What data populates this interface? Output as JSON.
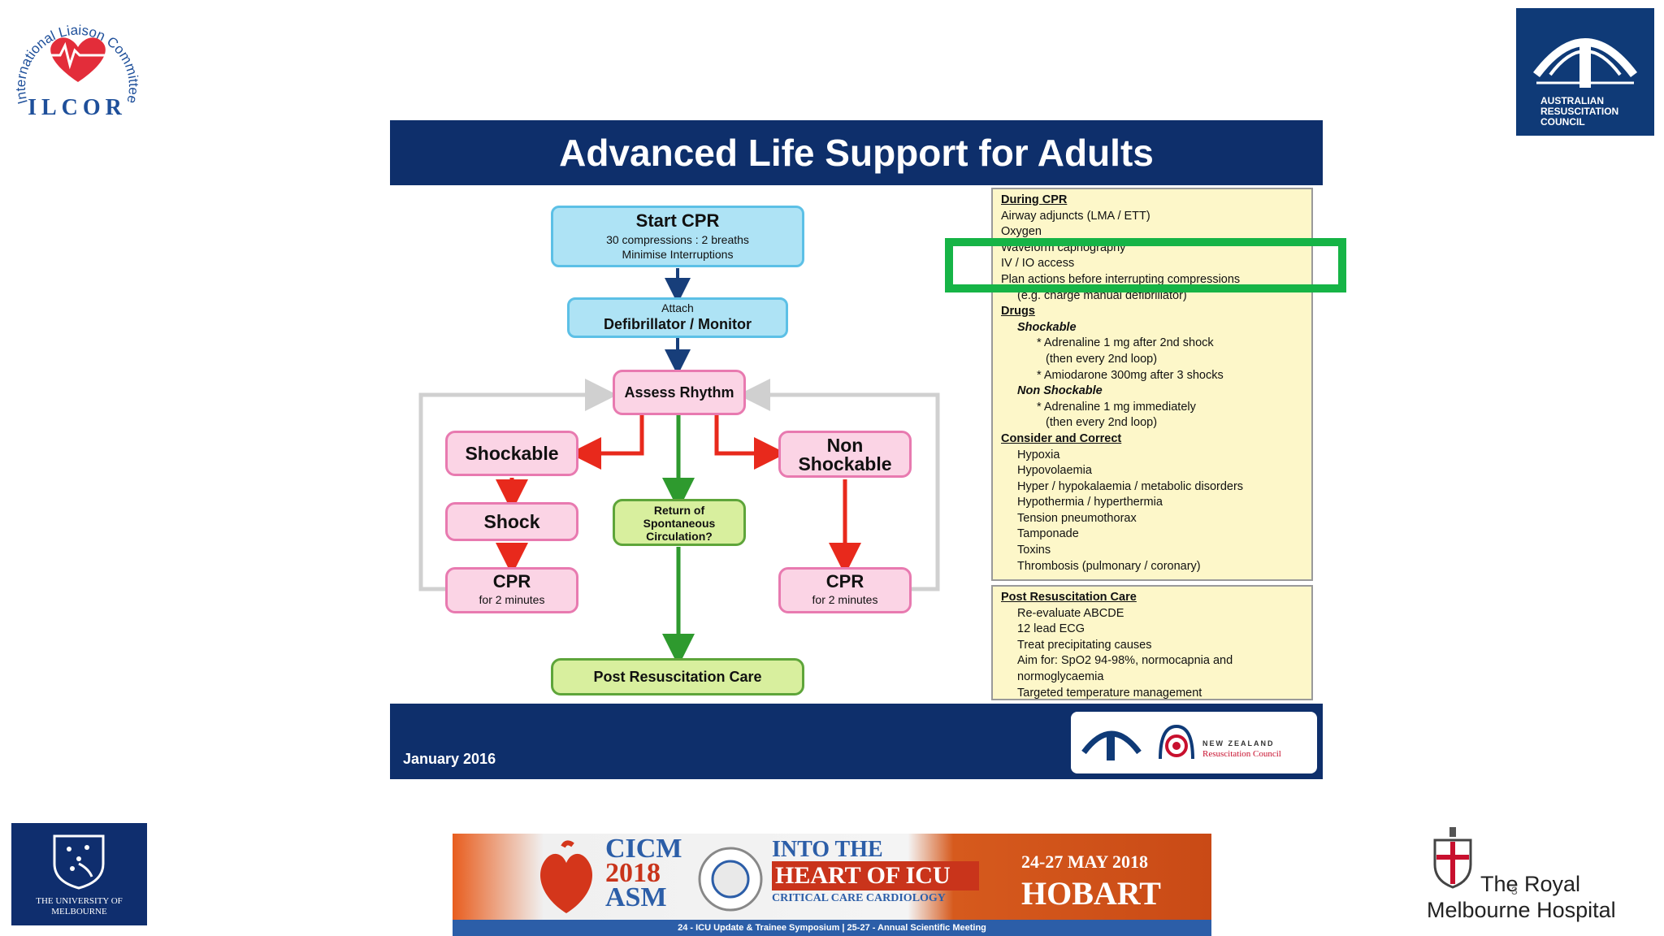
{
  "logos": {
    "ilcor_ring_text": "International Liaison Committee on Resuscitation",
    "ilcor_text": "ILCOR",
    "arc_text": "AUSTRALIAN RESUSCITATION COUNCIL",
    "uom_text": "THE UNIVERSITY OF MELBOURNE",
    "rmh_line1": "The Royal",
    "rmh_line2": "Melbourne Hospital",
    "page_number": "3"
  },
  "slide": {
    "title": "Advanced Life Support for Adults",
    "footer_date": "January 2016",
    "footer_nz_text": "NEW ZEALAND",
    "footer_rc_text": "Resuscitation Council"
  },
  "flow": {
    "start_cpr": {
      "title": "Start CPR",
      "line1": "30 compressions : 2 breaths",
      "line2": "Minimise Interruptions"
    },
    "attach": {
      "line1": "Attach",
      "title": "Defibrillator / Monitor"
    },
    "assess": "Assess Rhythm",
    "shockable": "Shockable",
    "shock": "Shock",
    "cpr_left": {
      "title": "CPR",
      "sub": "for 2 minutes"
    },
    "non_shockable": "Non Shockable",
    "cpr_right": {
      "title": "CPR",
      "sub": "for 2 minutes"
    },
    "rosc": "Return of Spontaneous Circulation?",
    "post_care": "Post Resuscitation Care"
  },
  "panel_during": {
    "heading": "During CPR",
    "lines": [
      "Airway adjuncts (LMA / ETT)",
      "Oxygen",
      "Waveform capnography",
      "IV / IO access",
      "Plan actions before interrupting compressions",
      "(e.g. charge manual defibrillator)"
    ],
    "drugs_heading": "Drugs",
    "shockable_label": "Shockable",
    "shockable_lines": [
      "* Adrenaline 1 mg after 2nd shock",
      "(then every 2nd loop)",
      "* Amiodarone 300mg after 3 shocks"
    ],
    "nonshockable_label": "Non Shockable",
    "nonshockable_lines": [
      "* Adrenaline 1 mg immediately",
      "(then every 2nd loop)"
    ],
    "consider_heading": "Consider and Correct",
    "consider_lines": [
      "Hypoxia",
      "Hypovolaemia",
      "Hyper / hypokalaemia / metabolic disorders",
      "Hypothermia / hyperthermia",
      "Tension pneumothorax",
      "Tamponade",
      "Toxins",
      "Thrombosis (pulmonary / coronary)"
    ]
  },
  "panel_post": {
    "heading": "Post Resuscitation Care",
    "lines": [
      "Re-evaluate ABCDE",
      "12 lead ECG",
      "Treat precipitating causes",
      "Aim for: SpO2 94-98%, normocapnia and",
      "normoglycaemia",
      "Targeted temperature management"
    ]
  },
  "banner": {
    "cicm": "CICM",
    "year": "2018",
    "asm": "ASM",
    "into": "INTO THE",
    "heart": "HEART OF ICU",
    "sub": "CRITICAL CARE CARDIOLOGY",
    "dates": "24-27 MAY 2018",
    "city": "HOBART",
    "bar": "24 - ICU Update & Trainee Symposium | 25-27 - Annual Scientific Meeting"
  },
  "colors": {
    "navy": "#0e2f6b",
    "highlight_green": "#16b446",
    "arrow_red": "#e8291c",
    "arrow_green": "#2e9a2e"
  }
}
